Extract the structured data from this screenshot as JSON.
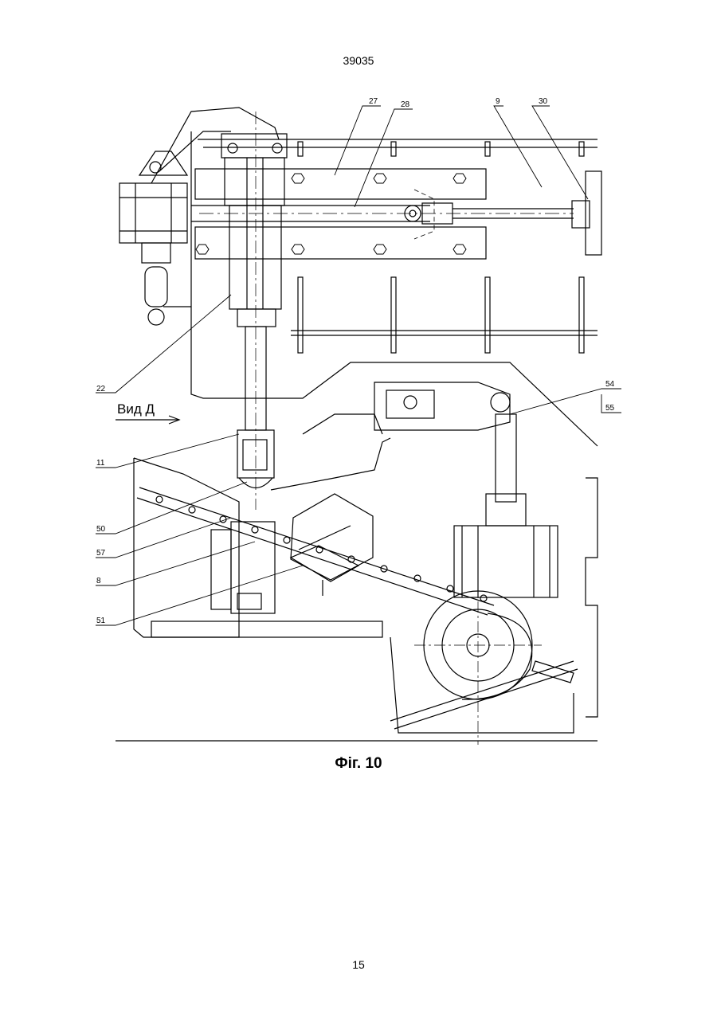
{
  "header": {
    "document_number": "39035"
  },
  "figure": {
    "view_label": "Вид Д",
    "callouts": {
      "c27": "27",
      "c28": "28",
      "c9": "9",
      "c30": "30",
      "c22": "22",
      "c54": "54",
      "c55": "55",
      "c11": "11",
      "c50": "50",
      "c57": "57",
      "c8": "8",
      "c51": "51"
    },
    "caption": "Фіг. 10"
  },
  "footer": {
    "page_number": "15"
  }
}
